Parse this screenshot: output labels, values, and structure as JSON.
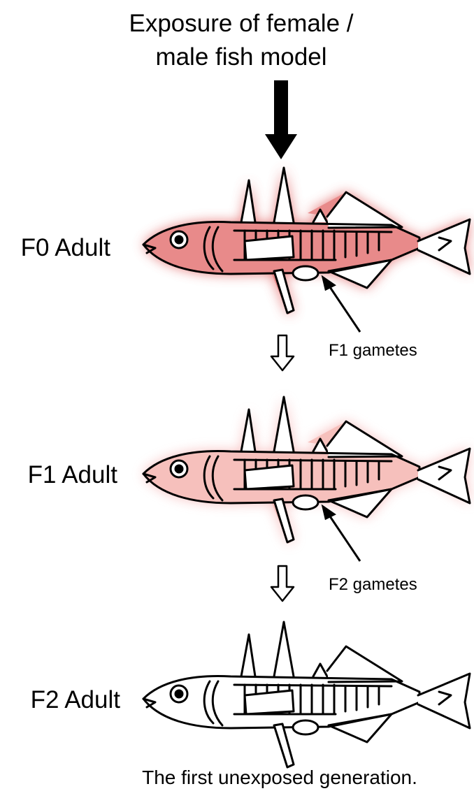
{
  "title_line1": "Exposure of female /",
  "title_line2": "male fish model",
  "generations": [
    {
      "label": "F0 Adult",
      "glow_color": "#e05a5a",
      "glow_opacity": 0.85,
      "body_tint": "#e88a8a"
    },
    {
      "label": "F1 Adult",
      "glow_color": "#f08080",
      "glow_opacity": 0.55,
      "body_tint": "#f6c0bc"
    },
    {
      "label": "F2 Adult",
      "glow_color": "#ffffff",
      "glow_opacity": 0,
      "body_tint": "#ffffff"
    }
  ],
  "gametes": [
    {
      "label": "F1 gametes"
    },
    {
      "label": "F2 gametes"
    }
  ],
  "footer_text": "The first unexposed generation."
}
